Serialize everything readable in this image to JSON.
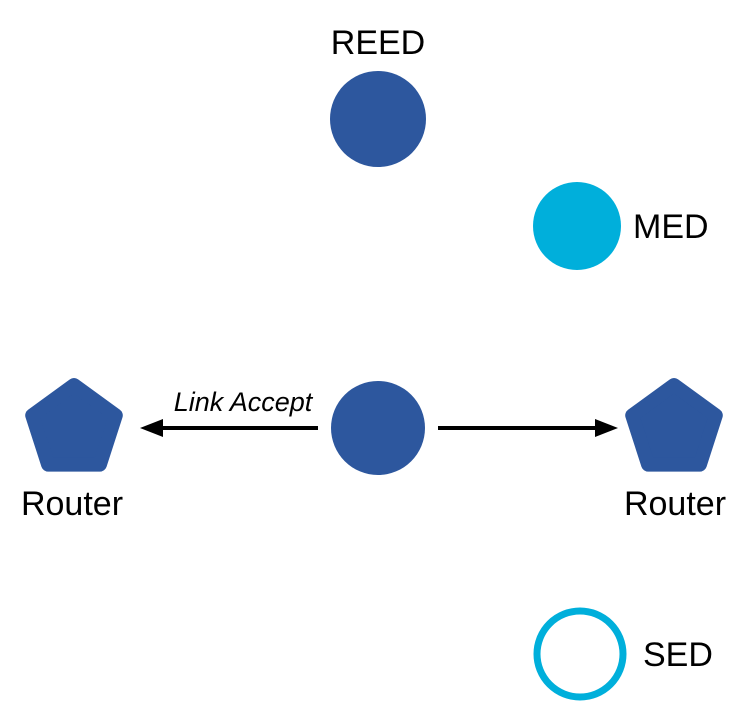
{
  "colors": {
    "arrow": "#000000",
    "text": "#000000",
    "background": "#FFFFFF"
  },
  "nodes": {
    "reed": {
      "label": "REED",
      "shape": "filled-circle",
      "fill": "#2D579E"
    },
    "med": {
      "label": "MED",
      "shape": "filled-circle",
      "fill": "#00AFDB"
    },
    "center": {
      "shape": "filled-circle",
      "fill": "#2D579E"
    },
    "router_left": {
      "label": "Router",
      "shape": "pentagon",
      "fill": "#2D579E"
    },
    "router_right": {
      "label": "Router",
      "shape": "pentagon",
      "fill": "#2D579E"
    },
    "sed": {
      "label": "SED",
      "shape": "outline-circle",
      "stroke": "#00AFDB",
      "fill": "#FFFFFF"
    }
  },
  "edges": {
    "left": {
      "label": "Link Accept",
      "from": "center",
      "to": "router_left",
      "direction": "left"
    },
    "right": {
      "label": "",
      "from": "center",
      "to": "router_right",
      "direction": "right"
    }
  }
}
